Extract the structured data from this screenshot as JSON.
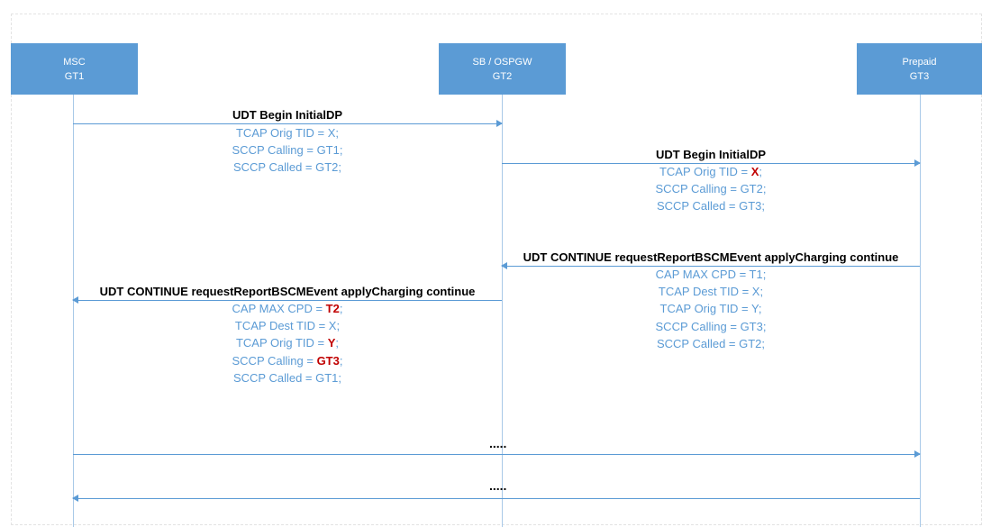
{
  "participants": [
    {
      "name": "MSC",
      "gt": "GT1"
    },
    {
      "name": "SB / OSPGW",
      "gt": "GT2"
    },
    {
      "name": "Prepaid",
      "gt": "GT3"
    }
  ],
  "messages": [
    {
      "label": "UDT Begin InitialDP",
      "params": [
        "TCAP Orig TID = X;",
        "SCCP Calling = GT1;",
        "SCCP Called = GT2;"
      ]
    },
    {
      "label": "UDT Begin InitialDP",
      "params": [
        {
          "prefix": "TCAP Orig TID = ",
          "hl": "X",
          "suffix": ";"
        },
        "SCCP Calling = GT2;",
        "SCCP Called = GT3;"
      ]
    },
    {
      "label": "UDT CONTINUE requestReportBSCMEvent applyCharging continue",
      "params": [
        "CAP MAX CPD = T1;",
        "TCAP Dest TID = X;",
        "TCAP Orig TID = Y;",
        "SCCP Calling = GT3;",
        "SCCP Called = GT2;"
      ]
    },
    {
      "label": "UDT CONTINUE requestReportBSCMEvent applyCharging continue",
      "params": [
        {
          "prefix": "CAP MAX CPD = ",
          "hl": "T2",
          "suffix": ";"
        },
        "TCAP Dest TID = X;",
        {
          "prefix": "TCAP Orig TID = ",
          "hl": "Y",
          "suffix": ";"
        },
        {
          "prefix": "SCCP Calling = ",
          "hl": "GT3",
          "suffix": ";"
        },
        "SCCP Called = GT1;"
      ]
    },
    {
      "label": "....."
    },
    {
      "label": "....."
    }
  ]
}
